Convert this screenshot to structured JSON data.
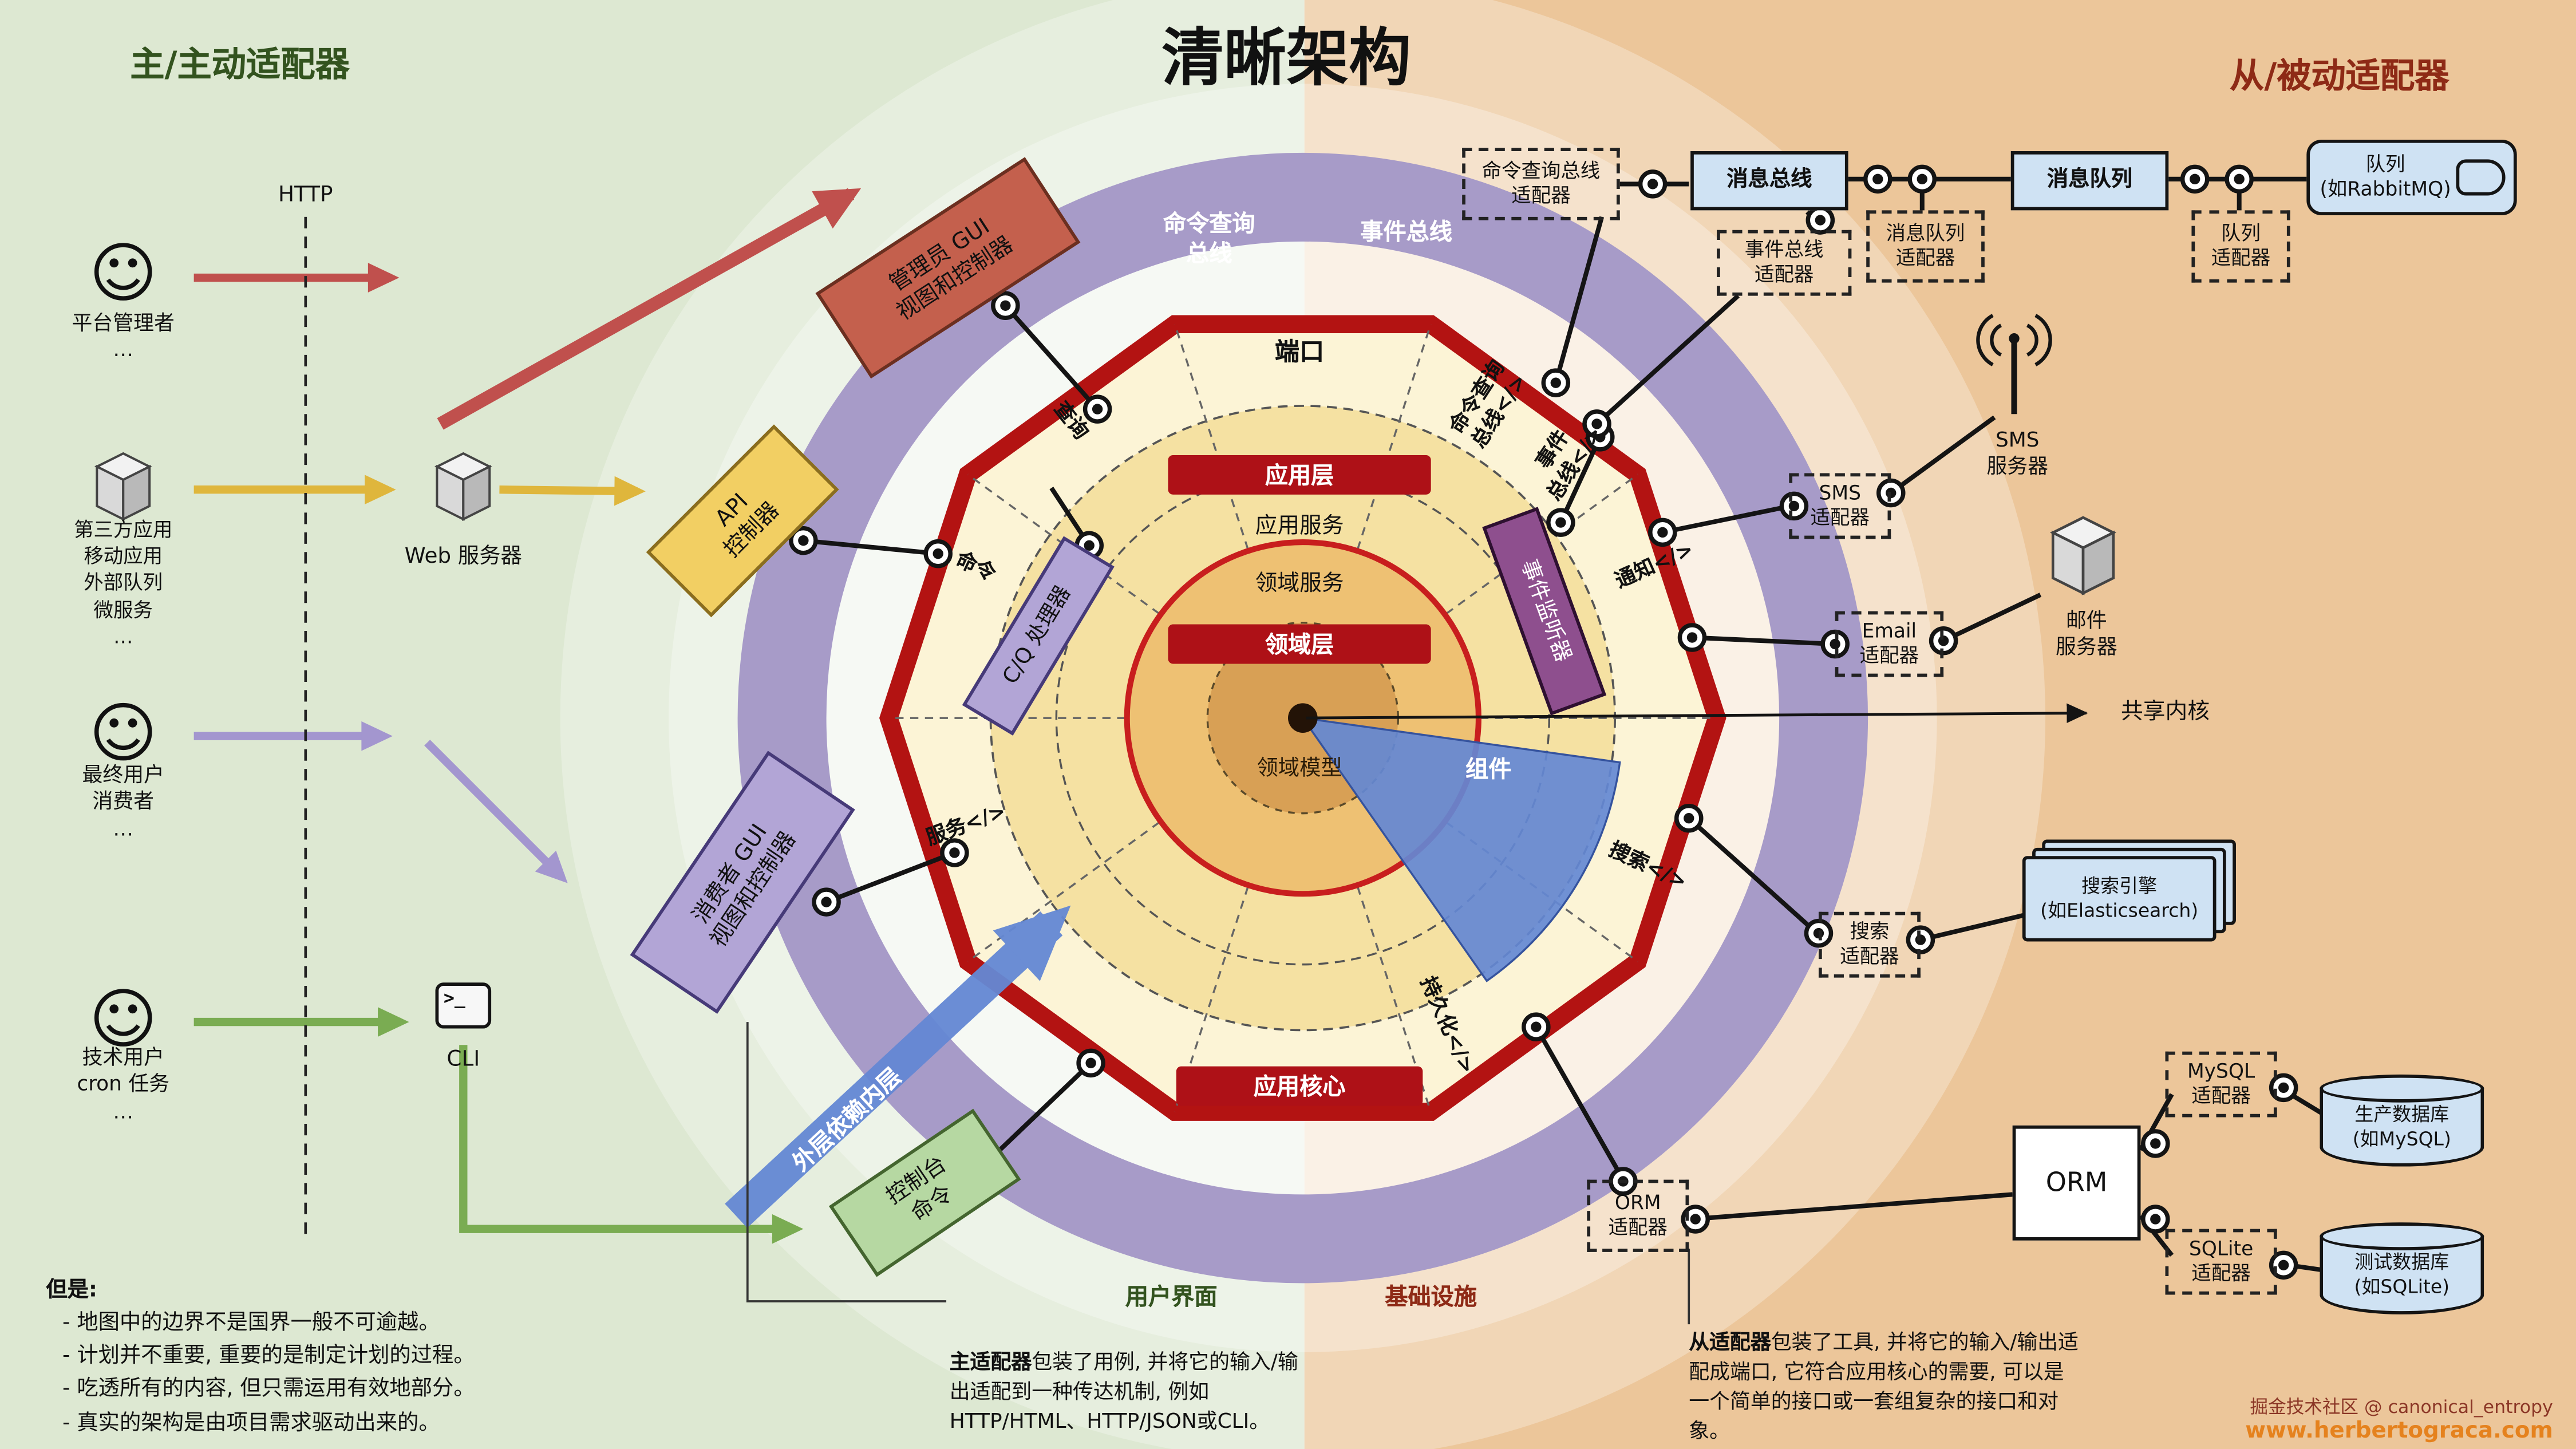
{
  "title": "清晰架构",
  "left_heading": "主/主动适配器",
  "right_heading": "从/被动适配器",
  "http_label": "HTTP",
  "icons": {
    "smiley": "☺",
    "cli_glyph": ">_"
  },
  "actors": {
    "platform_admin": "平台管理者\n…",
    "third_party": "第三方应用\n移动应用\n外部队列\n微服务\n…",
    "end_users": "最终用户\n消费者\n…",
    "tech_users": "技术用户\ncron 任务\n…"
  },
  "left_nodes": {
    "web_server": "Web 服务器",
    "cli": "CLI"
  },
  "adapter_boxes": {
    "admin_gui": "管理员 GUI\n视图和控制器",
    "api_controller": "API\n控制器",
    "consumer_gui": "消费者 GUI\n视图和控制器",
    "console_commands": "控制台\n命令",
    "cq_handlers": "C/Q 处理器",
    "event_listeners": "事件监听器"
  },
  "ring": {
    "cq_bus": "命令查询\n总线",
    "event_bus": "事件总线"
  },
  "core": {
    "ports": "端口",
    "app_layer": "应用层",
    "app_services": "应用服务",
    "domain_services": "领域服务",
    "domain_layer": "领域层",
    "domain_model": "领域模型",
    "app_core": "应用核心",
    "component": "组件",
    "shared_kernel": "共享内核",
    "dependency_arrow": "外层依赖内层"
  },
  "port_labels": {
    "query": "查询",
    "command": "命令",
    "service": "服务</>",
    "cq_bus": "命令查询\n总线</>",
    "event_bus": "事件\n总线</>",
    "notification": "通知</>",
    "search": "搜索</>",
    "persistence": "持久化</>"
  },
  "right_nodes": {
    "cq_bus_adapter": "命令查询总线\n适配器",
    "event_bus_adapter": "事件总线\n适配器",
    "message_bus": "消息总线",
    "mq_adapter": "消息队列\n适配器",
    "message_queue": "消息队列",
    "queue_adapter": "队列\n适配器",
    "queue": "队列\n(如RabbitMQ)",
    "sms_adapter": "SMS\n适配器",
    "sms_server": "SMS\n服务器",
    "email_adapter": "Email\n适配器",
    "email_server": "邮件\n服务器",
    "search_adapter": "搜索\n适配器",
    "search_engine": "搜索引擎\n(如Elasticsearch)",
    "orm": "ORM",
    "orm_adapter": "ORM\n适配器",
    "mysql_adapter": "MySQL\n适配器",
    "sqlite_adapter": "SQLite\n适配器",
    "prod_db": "生产数据库\n(如MySQL)",
    "test_db": "测试数据库\n(如SQLite)"
  },
  "footnotes": {
    "but_title": "但是:",
    "but_items": [
      "- 地图中的边界不是国界一般不可逾越。",
      "- 计划并不重要, 重要的是制定计划的过程。",
      "- 吃透所有的内容, 但只需运用有效地部分。",
      "- 真实的架构是由项目需求驱动出来的。"
    ],
    "ui_label": "用户界面",
    "infra_label": "基础设施",
    "primary_bold": "主适配器",
    "primary_text": "包装了用例, 并将它的输入/输出适配到一种传达机制, 例如HTTP/HTML、HTTP/JSON或CLI。",
    "secondary_bold": "从适配器",
    "secondary_text": "包装了工具, 并将它的输入/输出适配成端口, 它符合应用核心的需要, 可以是一个简单的接口或一套组复杂的接口和对象。",
    "credit": "掘金技术社区 @ canonical_entropy",
    "site": "www.herbertograca.com"
  },
  "colors": {
    "left_bg": "#dde8d2",
    "right_bg": "#ecc69a",
    "purple_ring": "#a79bc8",
    "decagon_red": "#b31312",
    "banner_red": "#ae1117",
    "panel_blue": "#cfe2f3",
    "wedge_blue": "#6488d4",
    "admin_box": "#c4604d",
    "api_box": "#f2cf63",
    "consumer_box": "#b2a5d6",
    "console_box": "#b6d8a2",
    "event_box": "#8e4f8e",
    "arrow_red": "#c0504d",
    "arrow_yellow": "#dfb63c",
    "arrow_purple": "#a396cf",
    "arrow_green": "#7aac52",
    "heading_green": "#33531f",
    "heading_red": "#8e2a16",
    "site_orange": "#e5821e"
  }
}
